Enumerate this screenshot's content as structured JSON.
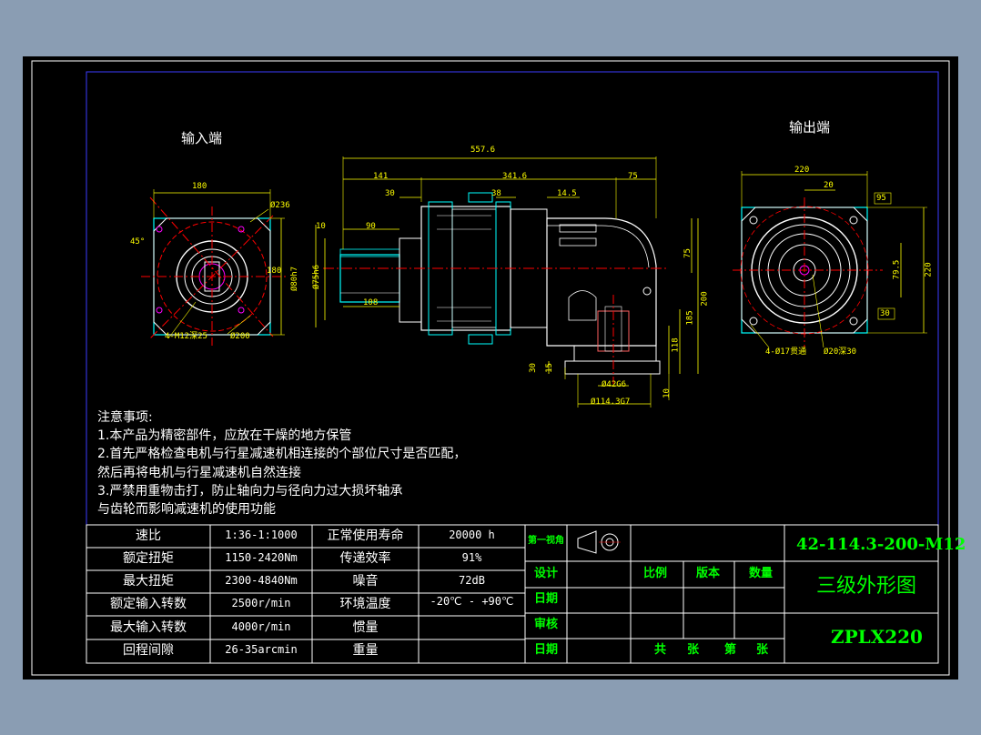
{
  "views": {
    "input_label": "输入端",
    "output_label": "输出端"
  },
  "dims": {
    "input": {
      "w180": "180",
      "d236": "Ø236",
      "h180": "180",
      "angle45": "45°",
      "holes": "4-M12深25",
      "d200": "Ø200"
    },
    "main": {
      "total": "557.6",
      "d141": "141",
      "d341": "341.6",
      "d75": "75",
      "d30": "30",
      "d38": "38",
      "d145": "14.5",
      "d10": "10",
      "d90": "90",
      "d108": "108",
      "d80": "Ø80h7",
      "d75h6": "Ø75h6",
      "v75": "75",
      "v200": "200",
      "v185": "185",
      "v118": "118",
      "v10": "10",
      "v30": "30",
      "v15": "15",
      "d42": "Ø42G6",
      "d114": "Ø114.3G7"
    },
    "output": {
      "w220": "220",
      "w20": "20",
      "h220": "220",
      "h795": "79.5",
      "t95": "95",
      "t30": "30",
      "holes": "4-Ø17贯通",
      "d20": "Ø20深30"
    }
  },
  "notes": {
    "title": "注意事项:",
    "lines": [
      "1.本产品为精密部件，应放在干燥的地方保管",
      "2.首先严格检查电机与行星减速机相连接的个部位尺寸是否匹配，",
      "然后再将电机与行星减速机自然连接",
      "3.严禁用重物击打，防止轴向力与径向力过大损坏轴承",
      "与齿轮而影响减速机的使用功能"
    ]
  },
  "spec_table": [
    [
      "速比",
      "1:36-1:1000",
      "正常使用寿命",
      "20000 h"
    ],
    [
      "额定扭矩",
      "1150-2420Nm",
      "传递效率",
      "91%"
    ],
    [
      "最大扭矩",
      "2300-4840Nm",
      "噪音",
      "72dB"
    ],
    [
      "额定输入转数",
      "2500r/min",
      "环境温度",
      "-20℃ - +90℃"
    ],
    [
      "最大输入转数",
      "4000r/min",
      "惯量",
      ""
    ],
    [
      "回程间隙",
      "26-35arcmin",
      "重量",
      ""
    ]
  ],
  "title_block": {
    "view_label": "第一视角",
    "design": "设计",
    "date1": "日期",
    "review": "审核",
    "date2": "日期",
    "scale": "比例",
    "version": "版本",
    "quantity": "数量",
    "total_sheets": "共",
    "sheet_unit1": "张",
    "sheet_no": "第",
    "sheet_unit2": "张",
    "drawing_no": "42-114.3-200-M12",
    "drawing_title": "三级外形图",
    "model": "ZPLX220"
  },
  "colors": {
    "frame": "#ffffff",
    "border_blue": "#0000ff",
    "dim": "#ffff00",
    "body": "#00ffff",
    "center": "#ff0000",
    "title": "#00ff00"
  }
}
